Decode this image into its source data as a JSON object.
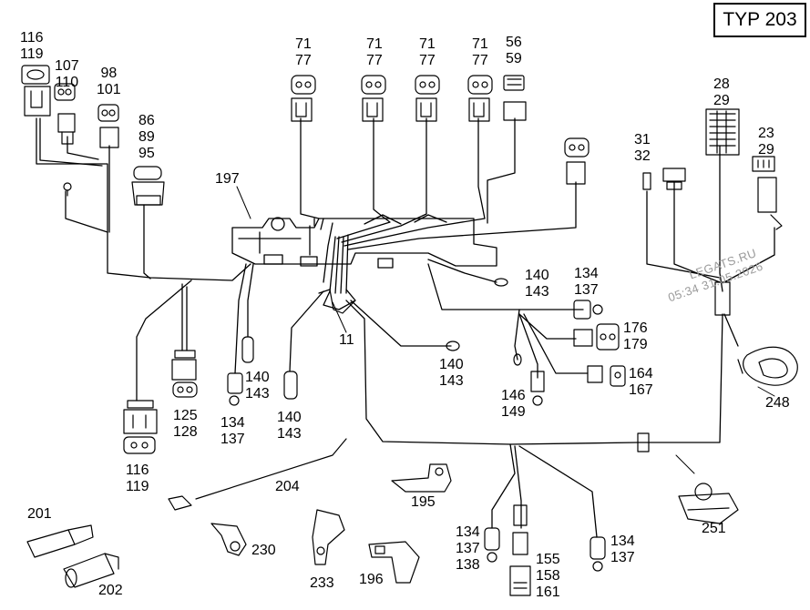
{
  "title": "TYP 203",
  "watermark": {
    "line1": "LEGATS.RU",
    "line2": "05:34 31.05.2026"
  },
  "connector_labels": {
    "c116_119_top": [
      "116",
      "119"
    ],
    "c107_110": [
      "107",
      "110"
    ],
    "c98_101": [
      "98",
      "101"
    ],
    "c86_89_95": [
      "86",
      "89",
      "95"
    ],
    "c71_77_a": [
      "71",
      "77"
    ],
    "c71_77_b": [
      "71",
      "77"
    ],
    "c71_77_c": [
      "71",
      "77"
    ],
    "c71_77_d": [
      "71",
      "77"
    ],
    "c56_59": [
      "56",
      "59"
    ],
    "c28_29": [
      "28",
      "29"
    ],
    "c31_32": [
      "31",
      "32"
    ],
    "c23_29": [
      "23",
      "29"
    ],
    "c140_143_right": [
      "140",
      "143"
    ],
    "c134_137_right": [
      "134",
      "137"
    ],
    "c176_179": [
      "176",
      "179"
    ],
    "c164_167": [
      "164",
      "167"
    ],
    "c146_149": [
      "146",
      "149"
    ],
    "c140_143_mid": [
      "140",
      "143"
    ],
    "c140_143_left": [
      "140",
      "143"
    ],
    "c134_137_left": [
      "134",
      "137"
    ],
    "c140_143_lower": [
      "140",
      "143"
    ],
    "c125_128": [
      "125",
      "128"
    ],
    "c116_119_bottom": [
      "116",
      "119"
    ],
    "c134_137_138": [
      "134",
      "137",
      "138"
    ],
    "c155_158_161": [
      "155",
      "158",
      "161"
    ],
    "c134_137_bottom": [
      "134",
      "137"
    ]
  },
  "part_labels": {
    "p197": "197",
    "p11": "11",
    "p248": "248",
    "p204": "204",
    "p195": "195",
    "p251": "251",
    "p201": "201",
    "p202": "202",
    "p230": "230",
    "p233": "233",
    "p196": "196"
  }
}
